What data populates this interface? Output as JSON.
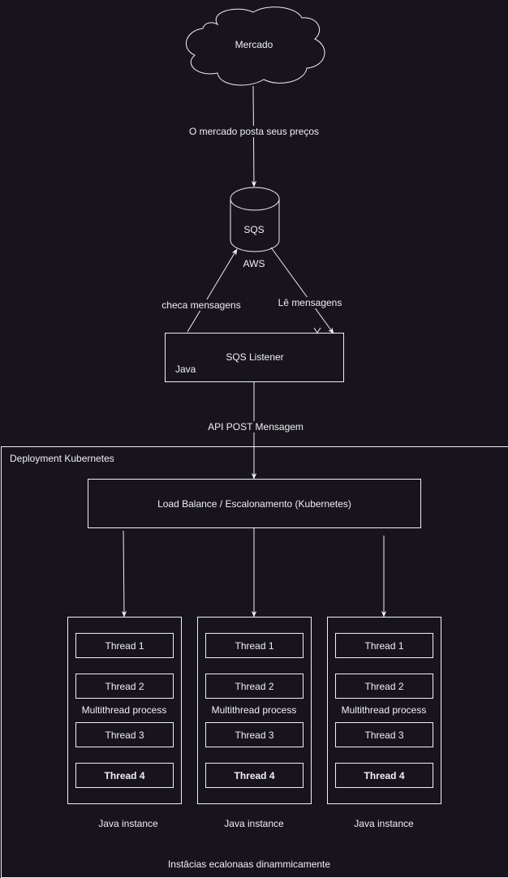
{
  "nodes": {
    "market": "Mercado",
    "sqs": "SQS",
    "sqs_provider": "AWS",
    "listener": "SQS Listener",
    "listener_lang": "Java",
    "deployment": "Deployment Kubernetes",
    "load_balancer": "Load Balance / Escalonamento (Kubernetes)",
    "scaling_note": "Instâcias ecalonaas dinammicamente"
  },
  "edges": {
    "market_to_sqs": "O mercado posta seus preços",
    "listener_checks": "checa mensagens",
    "listener_reads": "Lê mensagens",
    "api_post": "API POST Mensagem"
  },
  "instances": [
    {
      "process_label": "Multithread process",
      "footer": "Java instance",
      "threads": [
        "Thread 1",
        "Thread 2",
        "Thread 3",
        "Thread 4"
      ]
    },
    {
      "process_label": "Multithread process",
      "footer": "Java instance",
      "threads": [
        "Thread 1",
        "Thread 2",
        "Thread 3",
        "Thread 4"
      ]
    },
    {
      "process_label": "Multithread process",
      "footer": "Java instance",
      "threads": [
        "Thread 1",
        "Thread 2",
        "Thread 3",
        "Thread 4"
      ]
    }
  ]
}
